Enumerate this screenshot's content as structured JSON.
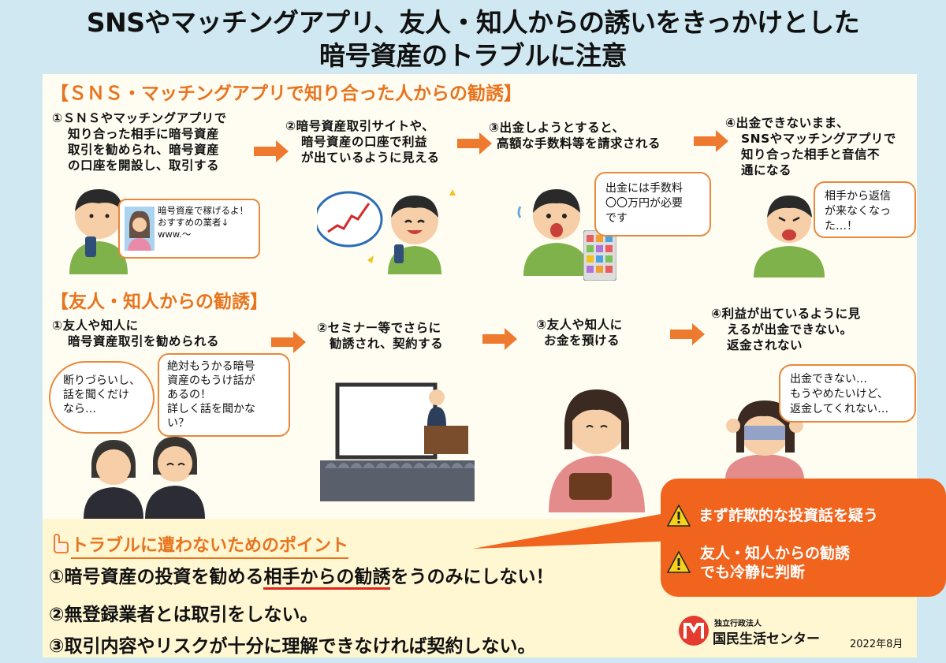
{
  "title": {
    "line1": "SNSやマッチングアプリ、友人・知人からの誘いをきっかけとした",
    "line2": "暗号資産のトラブルに注意"
  },
  "sns_section": {
    "heading": "【ＳＮＳ・マッチングアプリで知り合った人からの勧誘】",
    "steps": [
      {
        "lines": [
          "①ＳＮＳやマッチングアプリで",
          "知り合った相手に暗号資産",
          "取引を勧められ、暗号資産",
          "の口座を開設し、取引する"
        ]
      },
      {
        "lines": [
          "②暗号資産取引サイトや、",
          "暗号資産の口座で利益",
          "が出ているように見える"
        ]
      },
      {
        "lines": [
          "③出金しようとすると、",
          "高額な手数料等を請求される"
        ]
      },
      {
        "lines": [
          "④出金できないまま、",
          "SNSやマッチングアプリで",
          "知り合った相手と音信不",
          "通になる"
        ]
      }
    ],
    "bubbles": [
      {
        "lines": [
          "暗号資産で稼げるよ！",
          "おすすめの業者↓",
          "www.～"
        ]
      },
      {
        "lines": [
          "出金には手数料",
          "〇〇万円が必要",
          "です"
        ]
      },
      {
        "lines": [
          "相手から返信",
          "が来なくなっ",
          "た…！"
        ]
      }
    ]
  },
  "friend_section": {
    "heading": "【友人・知人からの勧誘】",
    "steps": [
      {
        "lines": [
          "①友人や知人に",
          "暗号資産取引を勧められる"
        ]
      },
      {
        "lines": [
          "②セミナー等でさらに",
          "勧誘され、契約する"
        ]
      },
      {
        "lines": [
          "③友人や知人に",
          "お金を預ける"
        ]
      },
      {
        "lines": [
          "④利益が出ているように見",
          "えるが出金できない。",
          "返金されない"
        ]
      }
    ],
    "bubbles": [
      {
        "lines": [
          "断りづらいし、",
          "話を聞くだけ",
          "なら…"
        ]
      },
      {
        "lines": [
          "絶対もうかる暗号",
          "資産のもうけ話が",
          "あるの！",
          "詳しく話を聞かな",
          "い？"
        ]
      },
      {
        "lines": [
          "出金できない…",
          "もうやめたいけど、",
          "返金してくれない…"
        ]
      }
    ]
  },
  "points": {
    "heading": "トラブルに遭わないためのポイント",
    "item1_pre": "①暗号資産の投資を勧める",
    "item1_emph": "相手からの勧誘",
    "item1_post": "をうのみにしない！",
    "item2": "②無登録業者とは取引をしない。",
    "item3": "③取引内容やリスクが十分に理解できなければ契約しない。"
  },
  "callout": {
    "line1": "まず詐欺的な投資話を疑う",
    "line2a": "友人・知人からの勧誘",
    "line2b": "でも冷静に判断"
  },
  "org": {
    "small": "独立行政法人",
    "name": "国民生活センター",
    "date": "2022年8月"
  },
  "colors": {
    "accent": "#e8741f",
    "background": "#cfe8f1",
    "panel": "#fffdf2",
    "points_panel": "#fff6d2",
    "callout": "#f0641e",
    "emphasis_underline": "#e0261c"
  },
  "icons": [
    "arrow-right-icon",
    "warning-icon",
    "pointing-finger-icon",
    "kokumin-logo-icon",
    "chart-line-icon"
  ]
}
